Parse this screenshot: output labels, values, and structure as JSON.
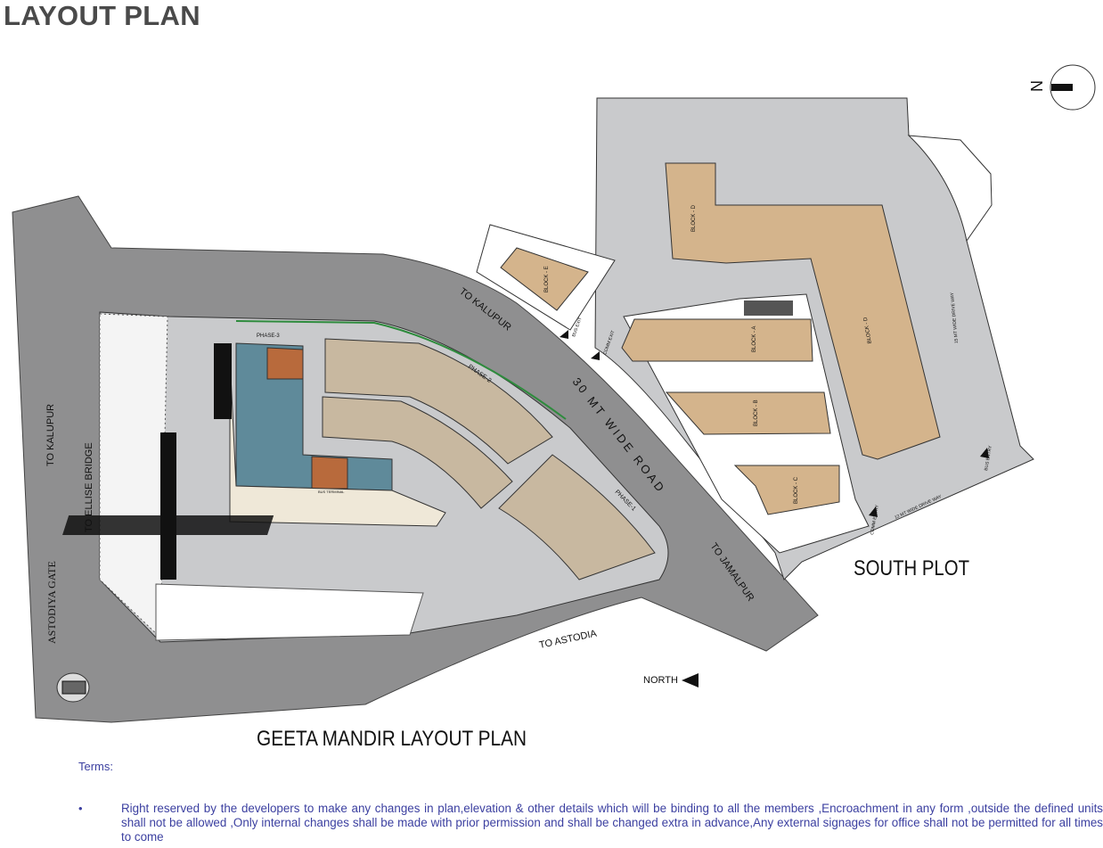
{
  "page": {
    "title": "LAYOUT PLAN"
  },
  "plan": {
    "caption": "GEETA MANDIR LAYOUT PLAN",
    "south_plot": "SOUTH PLOT",
    "north_marker": "NORTH",
    "compass_letter": "N",
    "roads": {
      "to_kalupur_top": "TO KALUPUR",
      "to_kalupur_left": "TO KALUPUR",
      "to_ellise_bridge": "TO ELLISE BRIDGE",
      "astodiya_gate": "ASTODIYA GATE",
      "main_road": "30 MT WIDE ROAD",
      "to_jamalpur": "TO JAMALPUR",
      "to_astodia": "TO ASTODIA",
      "drive_12": "12 MT WIDE DRIVE WAY",
      "drive_15": "15 MT WIDE DRIVE WAY"
    },
    "blocks": {
      "a": "BLOCK - A",
      "b": "BLOCK - B",
      "c": "BLOCK - C",
      "d": "BLOCK - D",
      "e": "BLOCK - E"
    },
    "gates": {
      "bus_exit": "BUS EXIT",
      "comm_exit": "COMM EXIT",
      "comm_entry": "COMM ENTRY",
      "bus_entry": "BUS ENTRY"
    },
    "phases": {
      "p1": "PHASE-1",
      "p2": "PHASE-2",
      "p3": "PHASE-3"
    },
    "bus_terminal": "BUS TERMINAL"
  },
  "colors": {
    "road": "#8f8f90",
    "site_road": "#c9cacc",
    "building": "#d4b48c",
    "text_blue": "#3b3fa0"
  },
  "terms": {
    "label": "Terms:",
    "bullet": "•",
    "items": [
      "Right reserved by the developers to make any changes in plan,elevation & other details which will be binding to all the members ,Encroachment in any form ,outside the defined units shall not be allowed ,Only internal changes shall be made with prior permission  and shall be changed extra in advance,Any external signages for office shall not be permitted for all times to come"
    ]
  }
}
